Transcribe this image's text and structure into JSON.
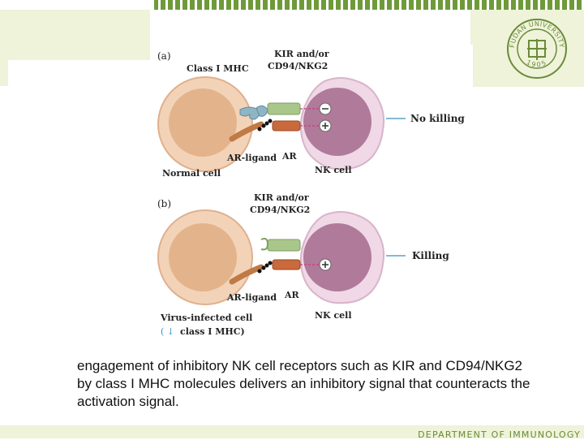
{
  "slide": {
    "caption": "engagement of inhibitory NK cell receptors such as KIR and CD94/NKG2 by class I MHC molecules delivers an inhibitory signal that counteracts the activation signal.",
    "footer": "DEPARTMENT OF IMMUNOLOGY",
    "logo": {
      "university": "FUDAN UNIVERSITY",
      "year": "1905"
    }
  },
  "figure": {
    "panel_a": {
      "tag": "(a)",
      "class_label": "Class I MHC",
      "receptor_label_1": "KIR and/or",
      "receptor_label_2": "CD94/NKG2",
      "ligand_label": "AR-ligand",
      "ar_label": "AR",
      "target_label": "Normal cell",
      "nk_label": "NK cell",
      "outcome": "No killing"
    },
    "panel_b": {
      "tag": "(b)",
      "receptor_label_1": "KIR and/or",
      "receptor_label_2": "CD94/NKG2",
      "ligand_label": "AR-ligand",
      "ar_label": "AR",
      "target_label_1": "Virus-infected cell",
      "target_label_2": "class I MHC)",
      "nk_label": "NK cell",
      "outcome": "Killing"
    }
  }
}
